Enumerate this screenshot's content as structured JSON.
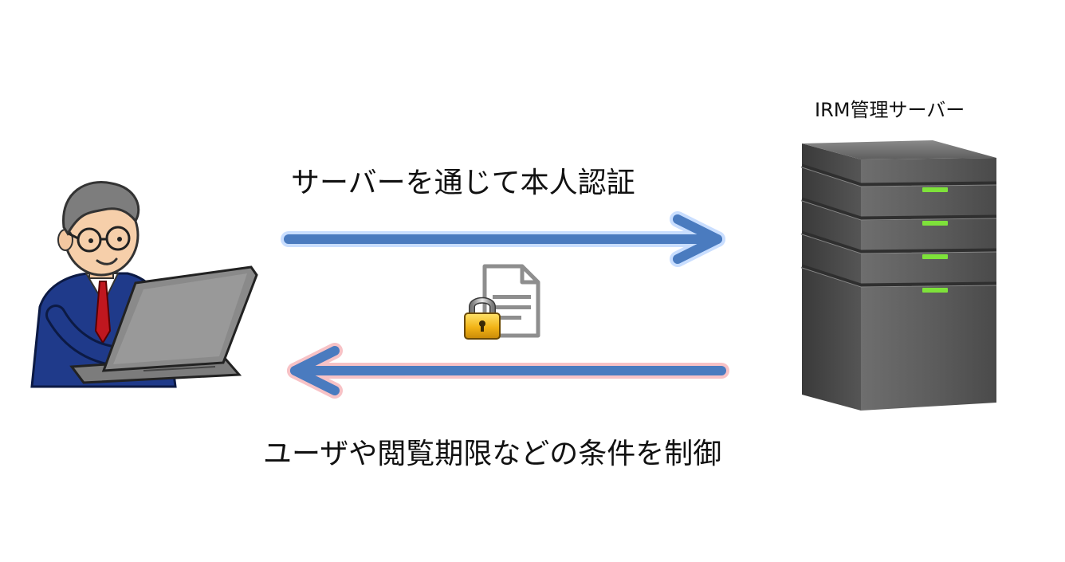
{
  "server": {
    "label": "IRM管理サーバー",
    "led_color": "#7ee23a",
    "body_color": "#5a5a5a"
  },
  "flows": {
    "to_server": {
      "label": "サーバーを通じて本人認証",
      "color": "#4a7bbf",
      "glow": "#bcd6ff"
    },
    "to_user": {
      "label": "ユーザや閲覧期限などの条件を制御",
      "color": "#4a7bbf",
      "glow": "#f6b3b8"
    }
  },
  "icons": {
    "user": "businessman-at-laptop-icon",
    "document": "document-icon",
    "lock": "padlock-icon",
    "server": "server-tower-icon"
  }
}
